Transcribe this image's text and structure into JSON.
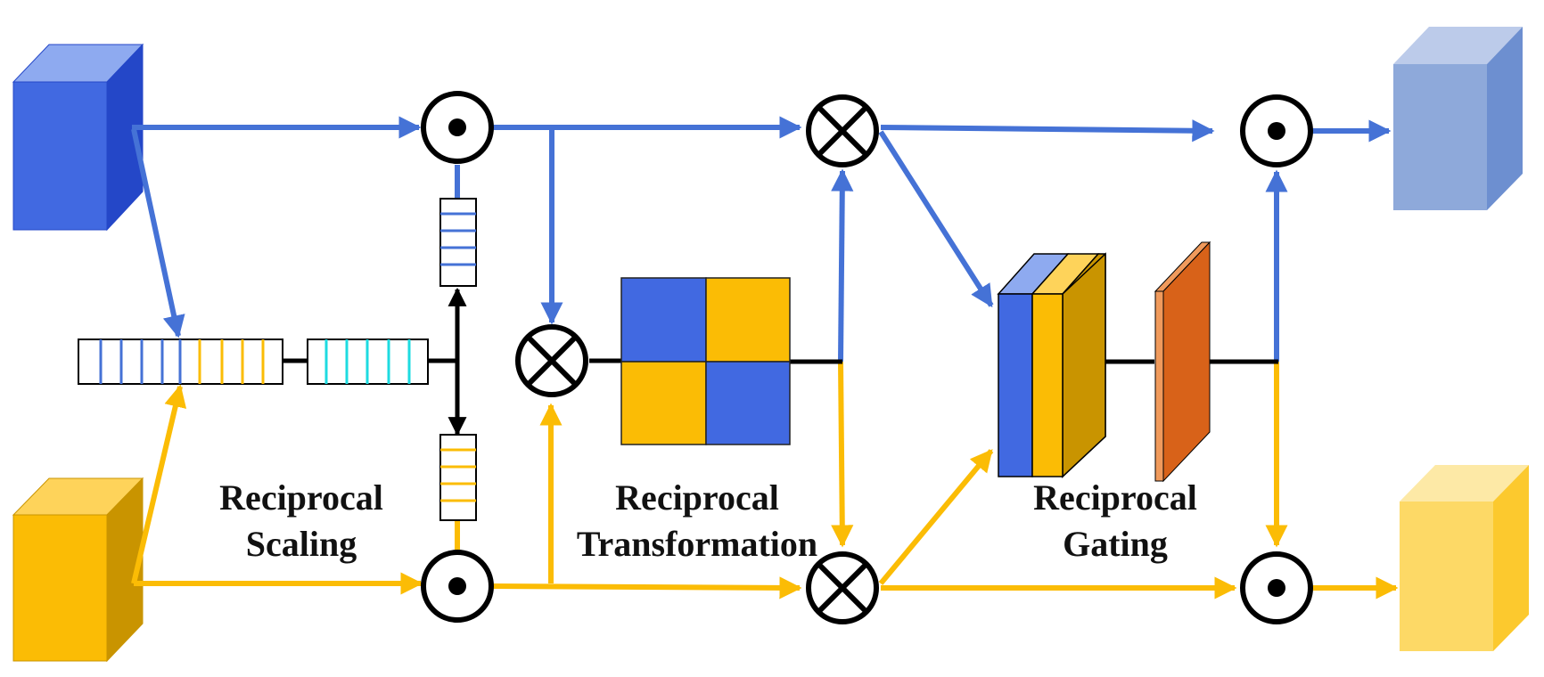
{
  "labels": {
    "scaling": [
      "Reciprocal",
      "Scaling"
    ],
    "transformation": [
      "Reciprocal",
      "Transformation"
    ],
    "gating": [
      "Reciprocal",
      "Gating"
    ]
  },
  "colors": {
    "blue": "#4572d6",
    "blue_dark": "#2447c8",
    "blue_light": "#8eaaf0",
    "yellow": "#fbbc05",
    "yellow_dark": "#c99400",
    "yellow_light": "#fed35a",
    "out_blue": "#8ea9da",
    "out_blue_top": "#bccbea",
    "out_blue_side": "#6d8fd0",
    "out_yellow": "#fdd966",
    "out_yellow_top": "#fde9a6",
    "out_yellow_side": "#fcc92e",
    "cyan": "#1edbe0",
    "orange": "#d86219",
    "orange_edge": "#f09a5c",
    "gold": "#c99400"
  },
  "icons": {
    "hadamard": "circle-dot-icon",
    "multiply": "circle-times-icon"
  }
}
